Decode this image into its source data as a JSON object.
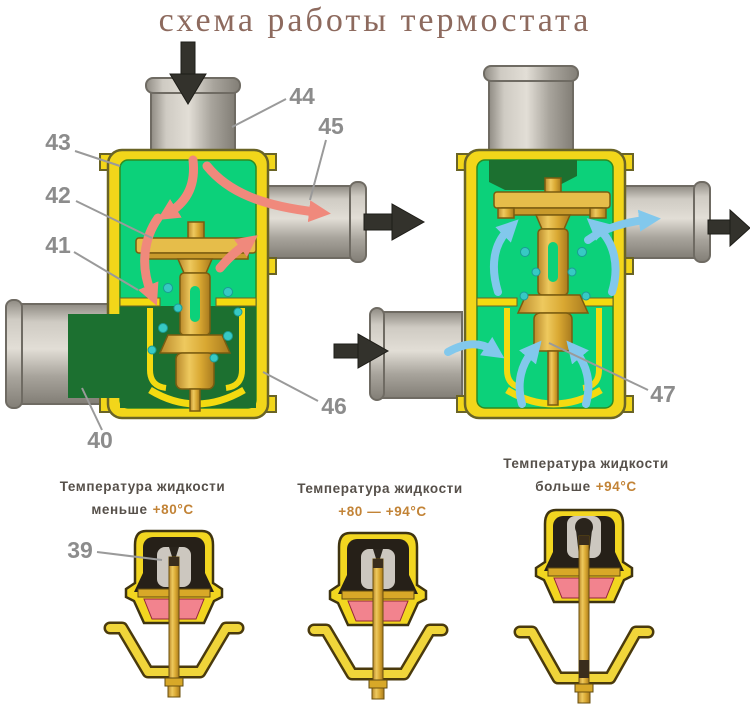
{
  "title": "схема работы термостата",
  "labels": {
    "l39": "39",
    "l40": "40",
    "l41": "41",
    "l42": "42",
    "l43": "43",
    "l44": "44",
    "l45": "45",
    "l46": "46",
    "l47": "47"
  },
  "captions": [
    {
      "line1": "Температура жидкости",
      "line2_prefix": "меньше",
      "line2_value": "+80°С"
    },
    {
      "line1": "Температура жидкости",
      "line2_prefix": "",
      "line2_value": "+80 — +94°С"
    },
    {
      "line1": "Температура жидкости",
      "line2_prefix": "больше",
      "line2_value": "+94°С"
    }
  ],
  "colors": {
    "housing_yellow": "#f2d61a",
    "coolant_green": "#0cd17a",
    "stagnant_coolant_green": "#1c7030",
    "hot_flow_arrow_pink": "#f0897c",
    "cool_flow_arrow_blue": "#82c8ec",
    "valve_brass": "#ddae3e",
    "pipe_gray": "#b9b5ad",
    "flow_arrow_black": "#33322c",
    "label_gray": "#8c8c8c",
    "title_color": "#8d6a5e",
    "temp_value_orange": "#c28336"
  }
}
